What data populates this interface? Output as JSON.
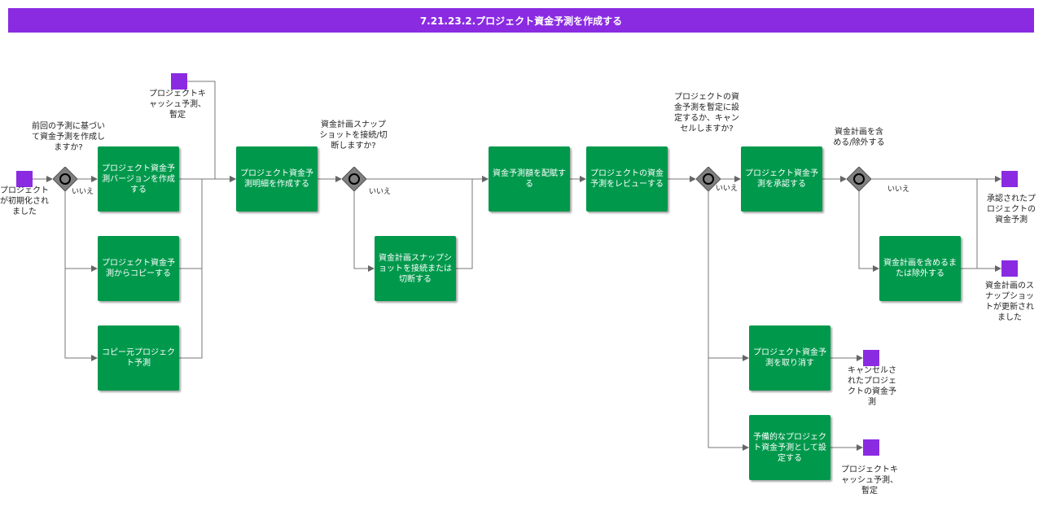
{
  "title": "7.21.23.2.プロジェクト資金予測を作成する",
  "tasks": {
    "create_version": "プロジェクト資金予測バージョンを作成する",
    "copy_from": "プロジェクト資金予測からコピーする",
    "copy_source": "コピー元プロジェクト予測",
    "create_detail": "プロジェクト資金予測明細を作成する",
    "connect_snapshot": "資金計画スナップショットを接続または切断する",
    "distribute": "資金予測額を配賦する",
    "review": "プロジェクトの資金予測をレビューする",
    "approve": "プロジェクト資金予測を承認する",
    "include_exclude": "資金計画を含めるまたは除外する",
    "cancel": "プロジェクト資金予測を取り消す",
    "set_tentative": "予備的なプロジェクト資金予測として設定する"
  },
  "events": {
    "start": "プロジェクトが初期化されました",
    "tentative_top": "プロジェクトキャッシュ予測、暫定",
    "approved": "承認されたプロジェクトの資金予測",
    "snapshot_updated": "資金計画のスナップショットが更新されました",
    "cancelled": "キャンセルされたプロジェクトの資金予測",
    "tentative_bottom": "プロジェクトキャッシュ予測、暫定"
  },
  "gateways": {
    "based_on_previous": "前回の予測に基づいて資金予測を作成しますか?",
    "connect_question": "資金計画スナップショットを接続/切断しますか?",
    "tentative_question": "プロジェクトの資金予測を暫定に設定するか、キャンセルしますか?",
    "include_question": "資金計画を含める/除外する"
  },
  "no_label": "いいえ",
  "colors": {
    "header": "#8a2be2",
    "task": "#00994c",
    "event": "#8a2be2",
    "gateway": "#808080"
  }
}
